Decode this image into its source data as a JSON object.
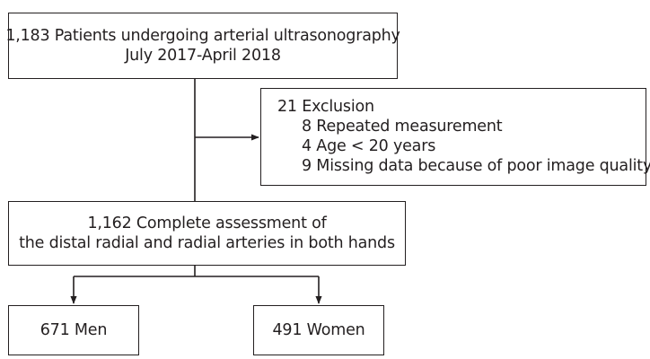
{
  "flow": {
    "enrolled": {
      "line1": "1,183 Patients undergoing arterial ultrasonography",
      "line2": "July 2017-April 2018"
    },
    "exclusion": {
      "title": "21 Exclusion",
      "items": [
        "8 Repeated measurement",
        "4 Age < 20 years",
        "9 Missing data because of poor image quality"
      ]
    },
    "assessed": {
      "line1": "1,162 Complete assessment of",
      "line2": "the distal radial and radial arteries in both hands"
    },
    "men": "671 Men",
    "women": "491 Women"
  },
  "colors": {
    "stroke": "#231f20",
    "text": "#231f20",
    "background": "#ffffff"
  }
}
